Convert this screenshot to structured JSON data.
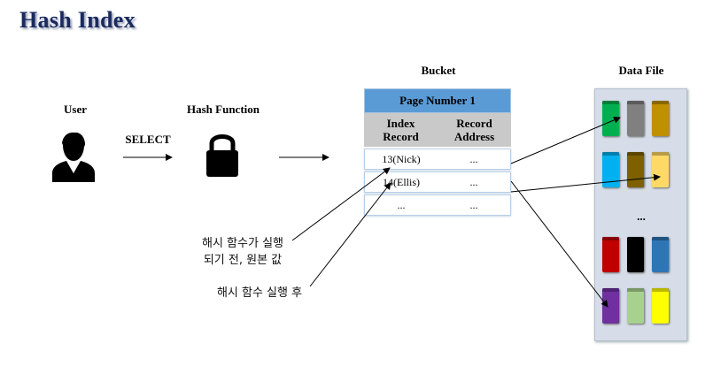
{
  "title": "Hash Index",
  "labels": {
    "user": "User",
    "select": "SELECT",
    "hash_function": "Hash Function",
    "bucket": "Bucket",
    "data_file": "Data File"
  },
  "bucket": {
    "header": "Page Number 1",
    "col1": [
      "Index",
      "Record"
    ],
    "col2": [
      "Record",
      "Address"
    ],
    "rows": [
      {
        "key": "13(Nick)",
        "addr": "..."
      },
      {
        "key": "14(Ellis)",
        "addr": "..."
      },
      {
        "key": "...",
        "addr": "..."
      }
    ]
  },
  "data_file": {
    "ellipsis": "...",
    "file_colors": [
      "#00b050",
      "#808080",
      "#bf9000",
      "#00b0f0",
      "#7f6000",
      "#ffd966",
      "#c00000",
      "#000000",
      "#2e75b6",
      "#7030a0",
      "#a9d18e",
      "#ffff00"
    ]
  },
  "notes": {
    "before_line1": "해시 함수가 실행",
    "before_line2": "되기 전, 원본 값",
    "after": "해시 함수 실행 후"
  },
  "icons": [
    "user-icon",
    "lock-icon"
  ]
}
